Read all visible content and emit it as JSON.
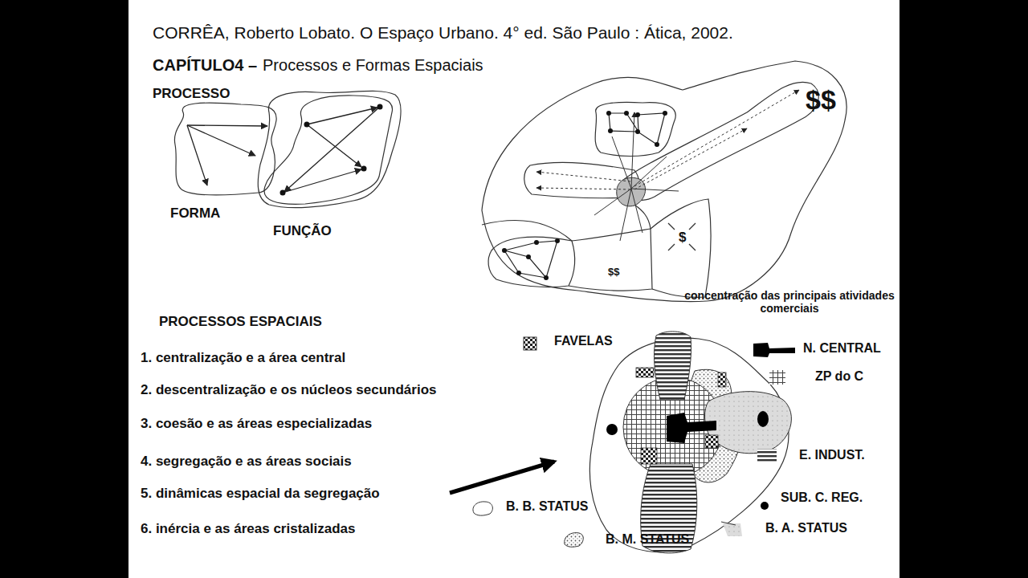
{
  "diagram": {
    "title": "CORRÊA, Roberto Lobato. O Espaço Urbano. 4° ed. São Paulo : Ática, 2002.",
    "labels": [
      "CAPÍTULO4 –",
      "Processos e Formas Espaciais",
      "PROCESSO",
      "FORMA",
      "FUNÇÃO",
      "$$",
      "$$",
      "$",
      "concentração das principais atividades comerciais",
      "PROCESSOS ESPACIAIS",
      "1. centralização e a área central",
      "2. descentralização e os núcleos secundários",
      "3. coesão e as áreas especializadas",
      "4. segregação e as áreas sociais",
      "5. dinâmicas espacial da segregação",
      "6. inércia e as áreas cristalizadas"
    ],
    "legend": [
      {
        "text": "FAVELAS"
      },
      {
        "text": "N. CENTRAL"
      },
      {
        "text": "ZP do C"
      },
      {
        "text": "E. INDUST."
      },
      {
        "text": "SUB. C. REG."
      },
      {
        "text": "B. B. STATUS"
      },
      {
        "text": "B. M. STATUS"
      },
      {
        "text": "B. A. STATUS"
      }
    ]
  }
}
